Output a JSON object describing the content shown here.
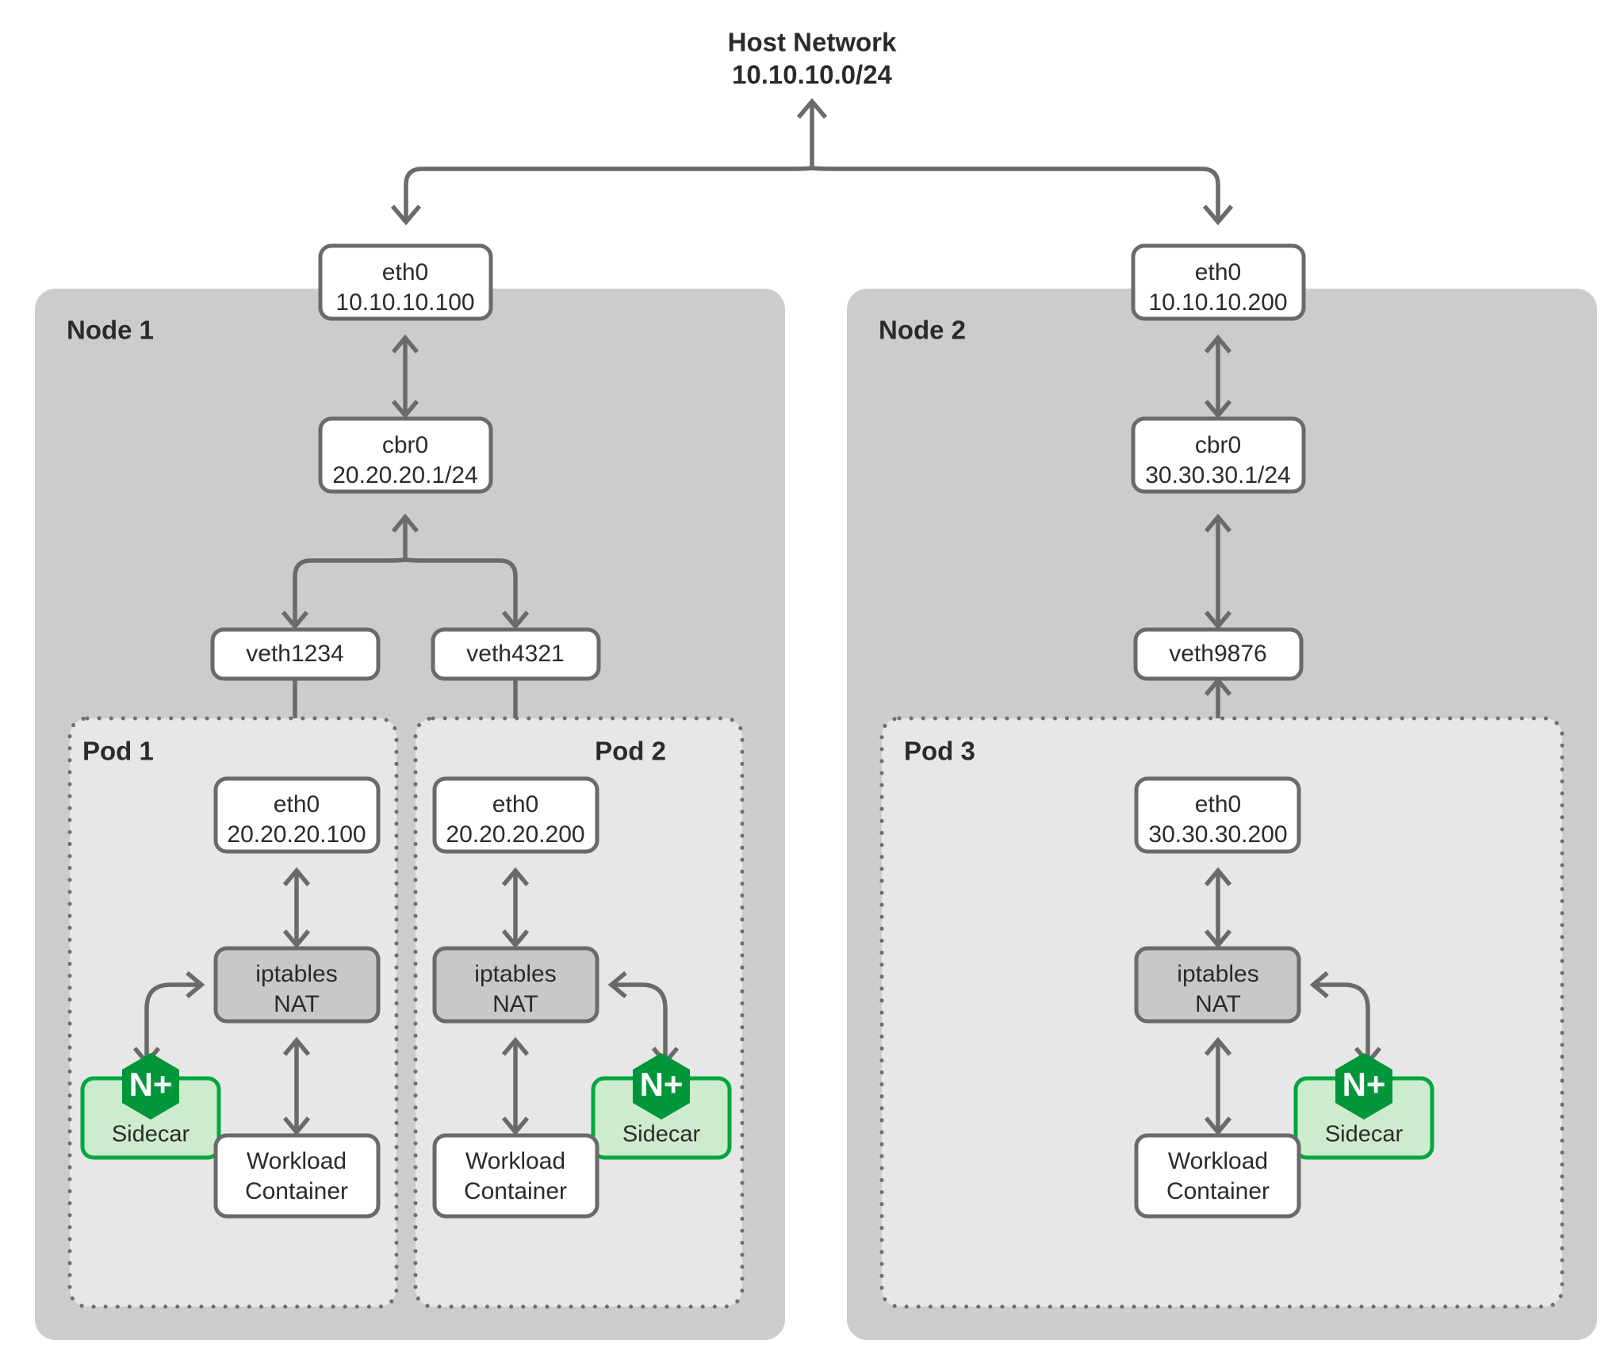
{
  "diagram": {
    "title": "Host Network",
    "subtitle": "10.10.10.0/24",
    "colors": {
      "node_fill": "#cccccc",
      "pod_fill": "#e7e7e7",
      "box_fill": "#ffffff",
      "box_stroke": "#6a6a6a",
      "nat_fill": "#c8c8c8",
      "sidecar_fill": "#cdeccd",
      "sidecar_stroke": "#00a63f",
      "nginx_green": "#009639",
      "text": "#2b2b2b",
      "connector": "#6a6a6a"
    }
  },
  "nodes": [
    {
      "label": "Node 1",
      "eth0": {
        "name": "eth0",
        "ip": "10.10.10.100"
      },
      "bridge": {
        "name": "cbr0",
        "ip": "20.20.20.1/24"
      },
      "veths": [
        "veth1234",
        "veth4321"
      ],
      "pods": [
        {
          "label": "Pod 1",
          "eth0": {
            "name": "eth0",
            "ip": "20.20.20.100"
          },
          "nat": {
            "line1": "iptables",
            "line2": "NAT"
          },
          "sidecar": {
            "logo": "N+",
            "label": "Sidecar"
          },
          "workload": {
            "line1": "Workload",
            "line2": "Container"
          }
        },
        {
          "label": "Pod 2",
          "eth0": {
            "name": "eth0",
            "ip": "20.20.20.200"
          },
          "nat": {
            "line1": "iptables",
            "line2": "NAT"
          },
          "sidecar": {
            "logo": "N+",
            "label": "Sidecar"
          },
          "workload": {
            "line1": "Workload",
            "line2": "Container"
          }
        }
      ]
    },
    {
      "label": "Node 2",
      "eth0": {
        "name": "eth0",
        "ip": "10.10.10.200"
      },
      "bridge": {
        "name": "cbr0",
        "ip": "30.30.30.1/24"
      },
      "veths": [
        "veth9876"
      ],
      "pods": [
        {
          "label": "Pod 3",
          "eth0": {
            "name": "eth0",
            "ip": "30.30.30.200"
          },
          "nat": {
            "line1": "iptables",
            "line2": "NAT"
          },
          "sidecar": {
            "logo": "N+",
            "label": "Sidecar"
          },
          "workload": {
            "line1": "Workload",
            "line2": "Container"
          }
        }
      ]
    }
  ]
}
